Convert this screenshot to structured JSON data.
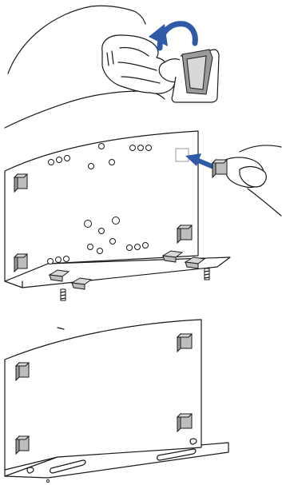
{
  "colors": {
    "arrow": "#2f5aa8",
    "pad_light": "#d8d8d8",
    "pad_mid": "#bdbdbd",
    "pad_dark": "#9a9a9a",
    "line": "#1a1a1a"
  },
  "steps": [
    {
      "id": "peel-backing",
      "icon": "hand-peeling-pad"
    },
    {
      "id": "attach-pads",
      "icon": "hand-pressing-pad"
    },
    {
      "id": "stand-ready",
      "icon": "stand-with-pads"
    }
  ]
}
